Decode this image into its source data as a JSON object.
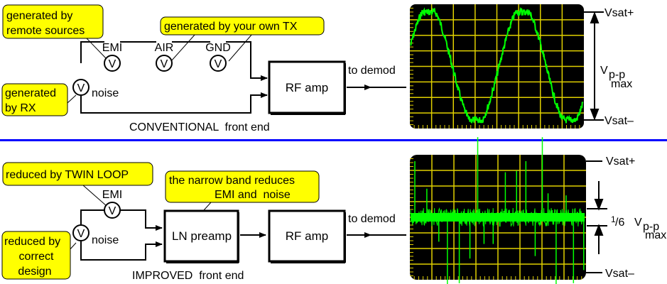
{
  "colors": {
    "callout_fill": "#ffff00",
    "divider": "#0000ff",
    "scope_bg": "#000000",
    "scope_grid": "#e0d000",
    "trace": "#00ff00"
  },
  "conventional": {
    "caption": "CONVENTIONAL  front end",
    "callouts": {
      "remote": [
        "generated by",
        "remote sources"
      ],
      "own_tx": [
        "generated by your own TX"
      ],
      "rx": [
        "generated",
        "by RX"
      ]
    },
    "sources": {
      "emi": "EMI",
      "air": "AIR",
      "gnd": "GND",
      "noise": "noise",
      "symbol": "V"
    },
    "rf_amp": "RF amp",
    "to_demod": "to demod",
    "scale": {
      "vsat_plus": "Vsat+",
      "vsat_minus": "Vsat–",
      "vpp": "V",
      "vpp_sub": "p-p",
      "vpp_max": "max"
    }
  },
  "improved": {
    "caption": "IMPROVED  front end",
    "callouts": {
      "twin_loop": [
        "reduced by TWIN LOOP"
      ],
      "narrow_band": [
        "the narrow band reduces",
        "EMI and  noise"
      ],
      "design": [
        "reduced by",
        "correct",
        "design"
      ]
    },
    "sources": {
      "emi": "EMI",
      "noise": "noise",
      "symbol": "V"
    },
    "ln_preamp": "LN preamp",
    "rf_amp": "RF amp",
    "to_demod": "to demod",
    "scale": {
      "vsat_plus": "Vsat+",
      "vsat_minus": "Vsat–",
      "fraction_num": "1",
      "fraction_den": "/6",
      "vpp": "V",
      "vpp_sub": "p-p",
      "vpp_max": "max"
    }
  },
  "scopes": {
    "conventional": {
      "trace_type": "sine-clipped-noisy",
      "cycles_shown": 2,
      "amplitude_fraction_of_vsat_range": 1.0
    },
    "improved": {
      "trace_type": "noise-band-with-spikes",
      "band_fraction_of_vpp_max": 0.1667
    }
  }
}
